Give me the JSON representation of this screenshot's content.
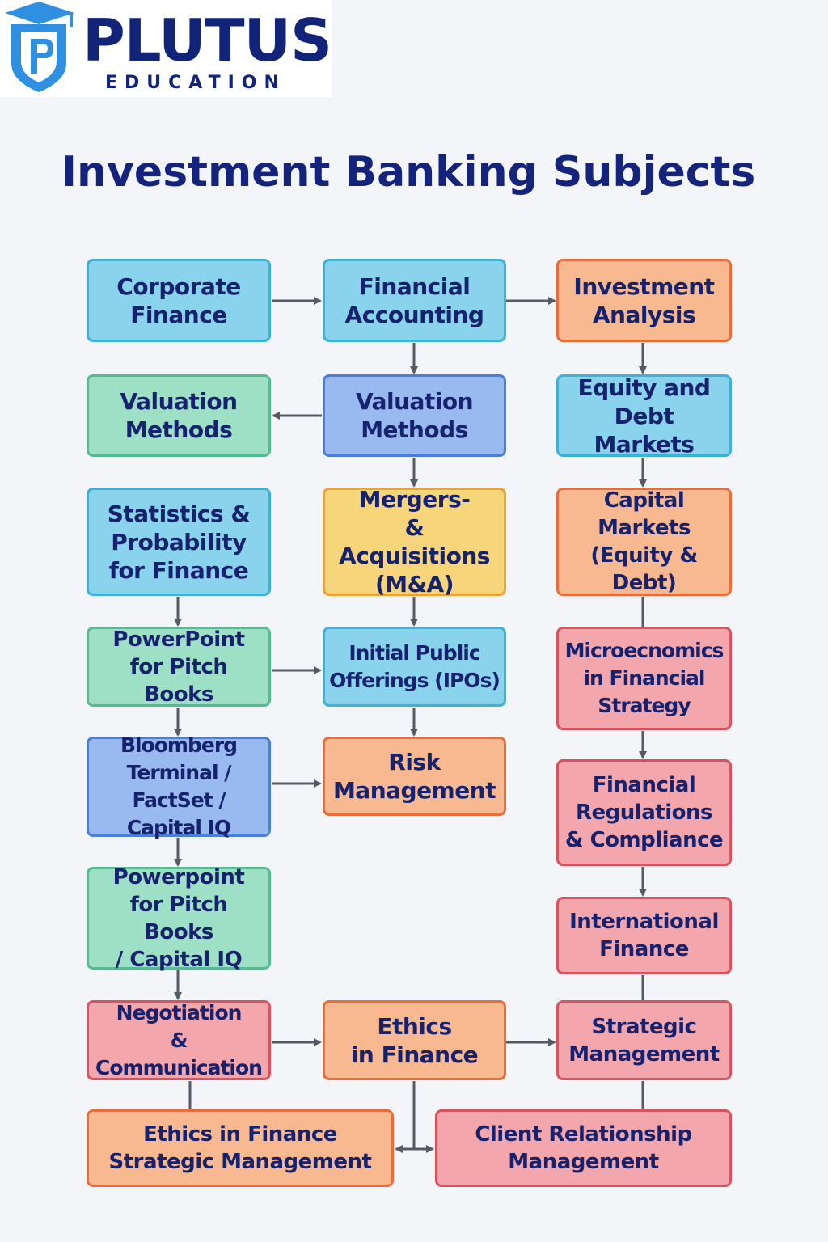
{
  "brand": {
    "name": "PLUTUS",
    "subtitle": "EDUCATION",
    "logo_icon": "graduation-cap-shield-icon"
  },
  "title": "Investment Banking Subjects",
  "colors": {
    "title": "#14237c",
    "text": "#16226e",
    "connector": "#565a63",
    "blue": "#89d3ec",
    "indigo": "#98baf0",
    "green": "#9ee0c6",
    "orange": "#f8b991",
    "yellow": "#f7d57b",
    "pink": "#f3a7ad"
  },
  "nodes": {
    "corporate_finance": "Corporate\nFinance",
    "financial_accounting": "Financial\nAccounting",
    "investment_analysis": "Investment\nAnalysis",
    "valuation_methods_left": "Valuation\nMethods",
    "valuation_methods_center": "Valuation\nMethods",
    "equity_debt_markets": "Equity and\nDebt Markets",
    "statistics_probability": "Statistics &\nProbability\nfor Finance",
    "mergers_acquisitions": "Mergers-\n& Acquisitions\n(M&A)",
    "capital_markets": "Capital\nMarkets\n(Equity & Debt)",
    "powerpoint_pitch_books": "PowerPoint\nfor Pitch Books",
    "initial_public_offerings": "Initial Public\nOfferings (IPOs)",
    "microeconomics_strategy": "Microecnomics\nin Financial\nStrategy",
    "bloomberg_terminal": "Bloomberg\nTerminal /\nFactSet / Capital IQ",
    "risk_management": "Risk\nManagement",
    "financial_regulations": "Financial\nRegulations\n& Compliance",
    "powerpoint_capital_iq": "Powerpoint\nfor Pitch Books\n/ Capital IQ",
    "international_finance": "International\nFinance",
    "negotiation_communication": "Negotiation\n& Communication",
    "ethics_in_finance": "Ethics\nin Finance",
    "strategic_management": "Strategic\nManagement",
    "ethics_strategic_management": "Ethics in Finance\nStrategic Management",
    "client_relationship": "Client Relationship\nManagement"
  }
}
